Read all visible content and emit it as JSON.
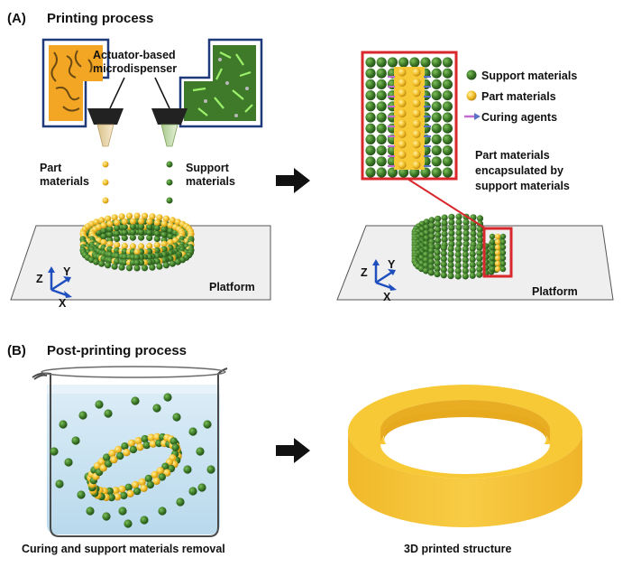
{
  "panel_a": {
    "letter": "(A)",
    "title": "Printing process",
    "dispenser_label_line1": "Actuator-based",
    "dispenser_label_line2": "microdispenser",
    "part_label_line1": "Part",
    "part_label_line2": "materials",
    "support_label_line1": "Support",
    "support_label_line2": "materials",
    "platform_label": "Platform",
    "axis_z": "Z",
    "axis_y": "Y",
    "axis_x": "X",
    "legend": [
      {
        "label": "Support materials",
        "color": "#3f7d2a"
      },
      {
        "label": "Part materials",
        "color": "#f3c028"
      },
      {
        "label": "Curing agents",
        "color": "#c46bd1"
      }
    ],
    "encapsulated_line1": "Part materials",
    "encapsulated_line2": "encapsulated by",
    "encapsulated_line3": "support materials"
  },
  "panel_b": {
    "letter": "(B)",
    "title": "Post-printing process",
    "caption_left": "Curing and support materials removal",
    "caption_right": "3D printed structure"
  },
  "colors": {
    "support_green": "#3f7d2a",
    "part_yellow": "#f3c028",
    "highlight_red": "#d9272e",
    "ink_black": "#111111",
    "axis_blue": "#1f4fbf",
    "water_blue": "#cfe6f3"
  }
}
